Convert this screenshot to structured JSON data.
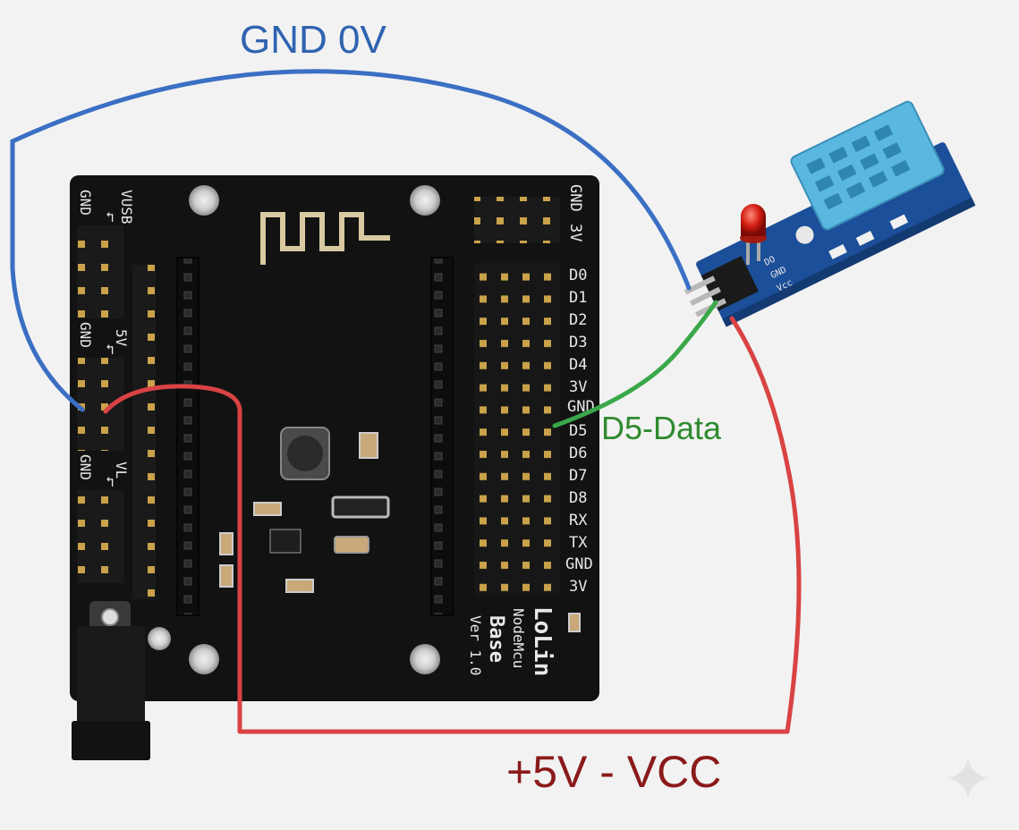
{
  "labels": {
    "gnd_wire": "GND 0V",
    "data_wire": "D5-Data",
    "vcc_wire": "+5V - VCC"
  },
  "board": {
    "name_line1": "LoLin",
    "name_line2": "NodeMcu",
    "name_line3": "Base",
    "version": "Ver 1.0",
    "left_labels": [
      "VUSB",
      "GND",
      "5V",
      "GND",
      "VL",
      "GND"
    ],
    "top_right_labels": [
      "GND",
      "3V"
    ],
    "right_pins": [
      "D0",
      "D1",
      "D2",
      "D3",
      "D4",
      "3V",
      "GND",
      "D5",
      "D6",
      "D7",
      "D8",
      "RX",
      "TX",
      "GND",
      "3V"
    ]
  },
  "sensor": {
    "pin_labels": [
      "GND",
      "Vcc",
      "DO"
    ]
  },
  "colors": {
    "gnd_wire": "#3a6fc4",
    "data_wire": "#3aa84a",
    "vcc_wire": "#d94343",
    "board": "#121212",
    "sensor_pcb": "#1c4f99",
    "sensor_body": "#5ab7e0"
  }
}
